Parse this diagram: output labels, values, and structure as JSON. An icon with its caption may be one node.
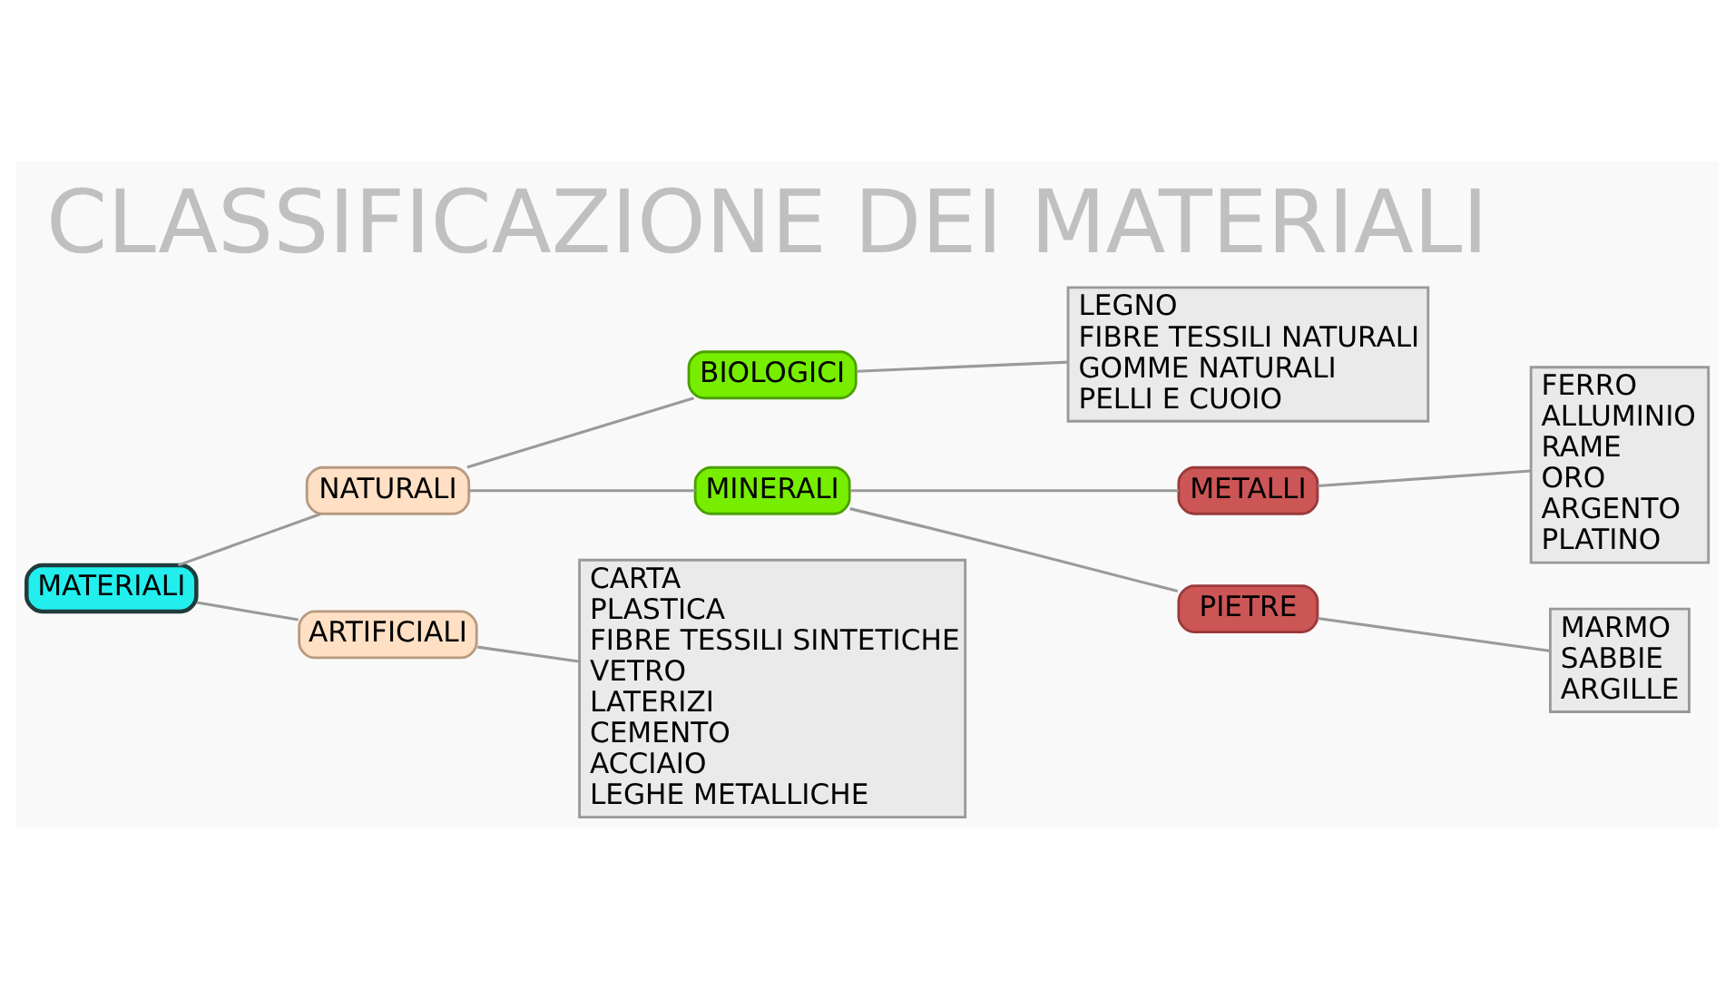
{
  "diagram": {
    "title": "CLASSIFICAZIONE DEI MATERIALI",
    "nodes": [
      {
        "text": [
          "MATERIALI"
        ]
      },
      {
        "text": [
          "NATURALI"
        ]
      },
      {
        "text": [
          "BIOLOGICI"
        ]
      },
      {
        "text": [
          "LEGNO",
          "FIBRE TESSILI NATURALI",
          "GOMME NATURALI",
          "PELLI E CUOIO"
        ]
      },
      {
        "text": [
          "MINERALI"
        ]
      },
      {
        "text": [
          "METALLI"
        ]
      },
      {
        "text": [
          "FERRO",
          "ALLUMINIO",
          "RAME",
          "ORO",
          "ARGENTO",
          "PLATINO"
        ]
      },
      {
        "text": [
          "PIETRE"
        ]
      },
      {
        "text": [
          "MARMO",
          "SABBIE",
          "ARGILLE"
        ]
      },
      {
        "text": [
          "ARTIFICIALI"
        ]
      },
      {
        "text": [
          "CARTA",
          "PLASTICA",
          "FIBRE TESSILI SINTETICHE",
          "VETRO",
          "LATERIZI",
          "CEMENTO",
          "ACCIAIO",
          "LEGHE METALLICHE"
        ]
      }
    ],
    "edges": [
      {
        "from": 0,
        "to": 1,
        "arrow": "none"
      },
      {
        "from": 1,
        "to": 2,
        "arrow": "none"
      },
      {
        "from": 2,
        "to": 3,
        "arrow": "none"
      },
      {
        "from": 1,
        "to": 4,
        "arrow": "none"
      },
      {
        "from": 4,
        "to": 5,
        "arrow": "none"
      },
      {
        "from": 5,
        "to": 6,
        "arrow": "none"
      },
      {
        "from": 4,
        "to": 7,
        "arrow": "none"
      },
      {
        "from": 7,
        "to": 8,
        "arrow": "none"
      },
      {
        "from": 0,
        "to": 9,
        "arrow": "none"
      },
      {
        "from": 9,
        "to": 10,
        "arrow": "none"
      }
    ]
  }
}
